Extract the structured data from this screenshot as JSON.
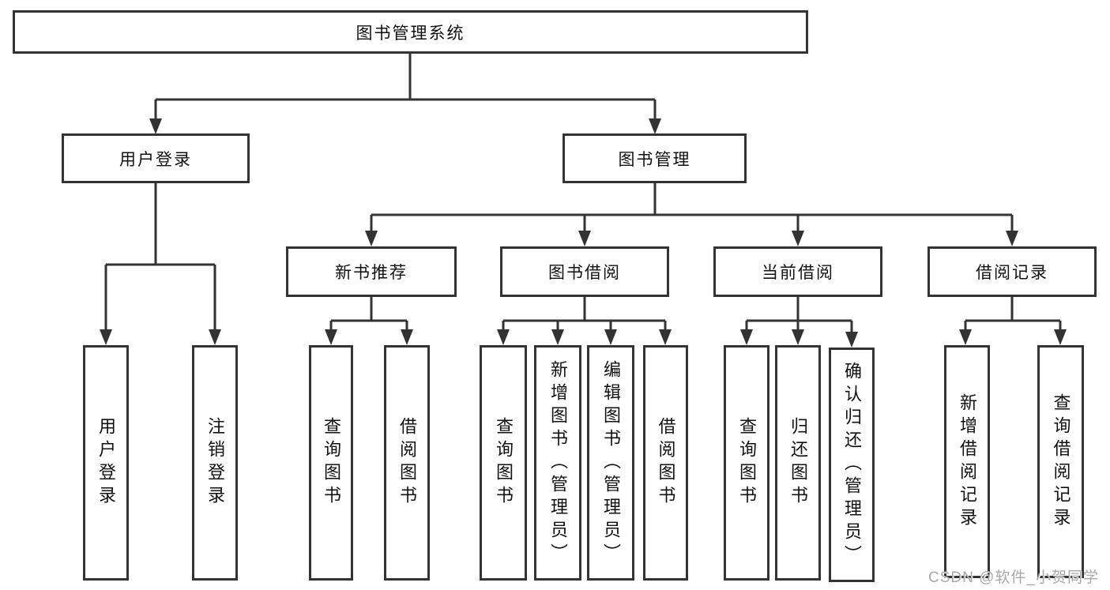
{
  "diagram": {
    "title": "图书管理系统",
    "nodes": {
      "root": {
        "label": "图书管理系统"
      },
      "user_login": {
        "label": "用户登录"
      },
      "book_management": {
        "label": "图书管理"
      },
      "new_book_recommend": {
        "label": "新书推荐"
      },
      "book_borrowing": {
        "label": "图书借阅"
      },
      "current_borrowing": {
        "label": "当前借阅"
      },
      "borrowing_records": {
        "label": "借阅记录"
      }
    },
    "leaves": {
      "user_login": [
        {
          "label": "用户登录"
        },
        {
          "label": "注销登录"
        }
      ],
      "new_book_recommend": [
        {
          "label": "查询图书"
        },
        {
          "label": "借阅图书"
        }
      ],
      "book_borrowing": [
        {
          "label": "查询图书"
        },
        {
          "label": "新增图书（管理员）"
        },
        {
          "label": "编辑图书（管理员）"
        },
        {
          "label": "借阅图书"
        }
      ],
      "current_borrowing": [
        {
          "label": "查询图书"
        },
        {
          "label": "归还图书"
        },
        {
          "label": "确认归还（管理员）"
        }
      ],
      "borrowing_records": [
        {
          "label": "新增借阅记录"
        },
        {
          "label": "查询借阅记录"
        }
      ]
    }
  },
  "watermark": {
    "text": "CSDN @软件_小贺同学"
  },
  "colors": {
    "line": "#333333",
    "text": "#111111",
    "watermark": "#a8a8a8",
    "background": "#ffffff"
  }
}
